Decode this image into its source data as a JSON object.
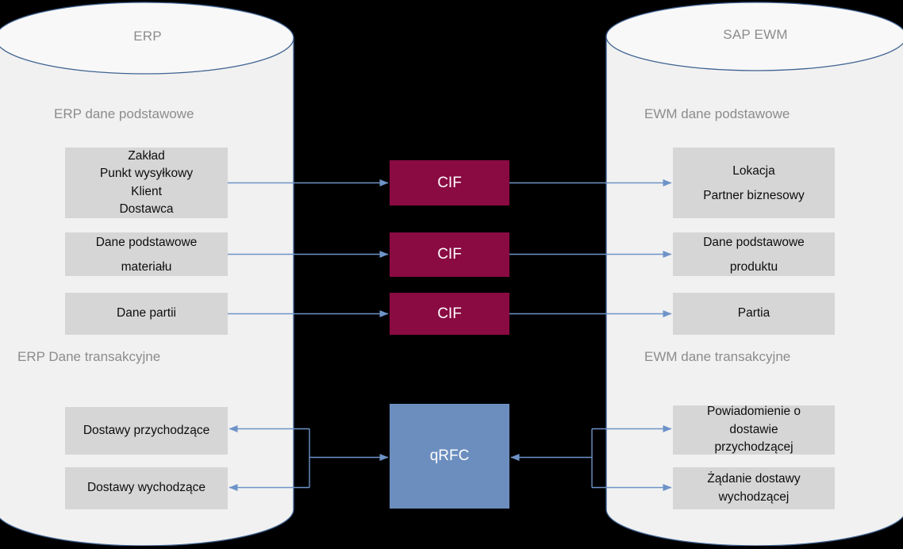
{
  "diagram": {
    "title_left": "ERP",
    "title_right": "SAP EWM",
    "colors": {
      "cif": "#8A0A42",
      "qrfc": "#6C8EBF",
      "box": "#D6D6D6",
      "cylinder_body": "#F1F1F1",
      "cylinder_edge": "#3F6392",
      "label": "#8C8C8C",
      "arrow": "#6E93C8"
    }
  },
  "left": {
    "cylinder_title": "ERP",
    "master_label": "ERP dane podstawowe",
    "transactional_label": "ERP Dane transakcyjne",
    "master_boxes": [
      {
        "lines": [
          "Zakład",
          "Punkt wysyłkowy",
          "Klient",
          "Dostawca"
        ]
      },
      {
        "lines": [
          "Dane podstawowe",
          "materiału"
        ]
      },
      {
        "lines": [
          "Dane partii"
        ]
      }
    ],
    "transactional_boxes": [
      {
        "lines": [
          "Dostawy przychodzące"
        ]
      },
      {
        "lines": [
          "Dostawy wychodzące"
        ]
      }
    ]
  },
  "right": {
    "cylinder_title": "SAP EWM",
    "master_label": "EWM dane podstawowe",
    "transactional_label": "EWM dane transakcyjne",
    "master_boxes": [
      {
        "lines": [
          "Lokacja",
          "Partner biznesowy"
        ]
      },
      {
        "lines": [
          "Dane podstawowe",
          "produktu"
        ]
      },
      {
        "lines": [
          "Partia"
        ]
      }
    ],
    "transactional_boxes": [
      {
        "lines": [
          "Powiadomienie o",
          "dostawie",
          "przychodzącej"
        ]
      },
      {
        "lines": [
          "Żądanie dostawy",
          "wychodzącej"
        ]
      }
    ]
  },
  "middle": {
    "cif_boxes": [
      {
        "label": "CIF"
      },
      {
        "label": "CIF"
      },
      {
        "label": "CIF"
      }
    ],
    "qrfc_box": {
      "label": "qRFC"
    }
  }
}
